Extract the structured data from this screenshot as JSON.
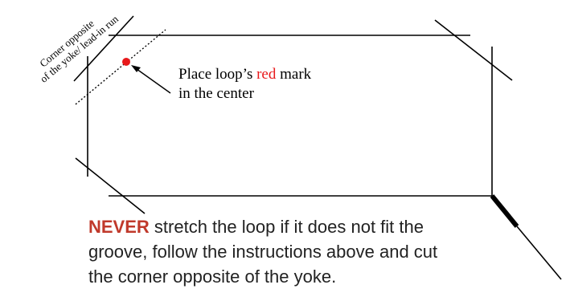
{
  "corner_label": {
    "line1": "Corner opposite",
    "line2": "of the yoke/ lead-in run"
  },
  "instruction": {
    "part1": "Place loop’s ",
    "red_word": "red",
    "part2": " mark",
    "line2": "in the center"
  },
  "warning": {
    "emphasis": "NEVER",
    "line1_rest": " stretch the loop if it does not fit the",
    "line2": "groove, follow the instructions above and cut",
    "line3": "the corner opposite of the yoke."
  },
  "colors": {
    "red_mark": "#e8191b",
    "never_text": "#c0392b",
    "body_text": "#222222",
    "lines": "#000000"
  }
}
